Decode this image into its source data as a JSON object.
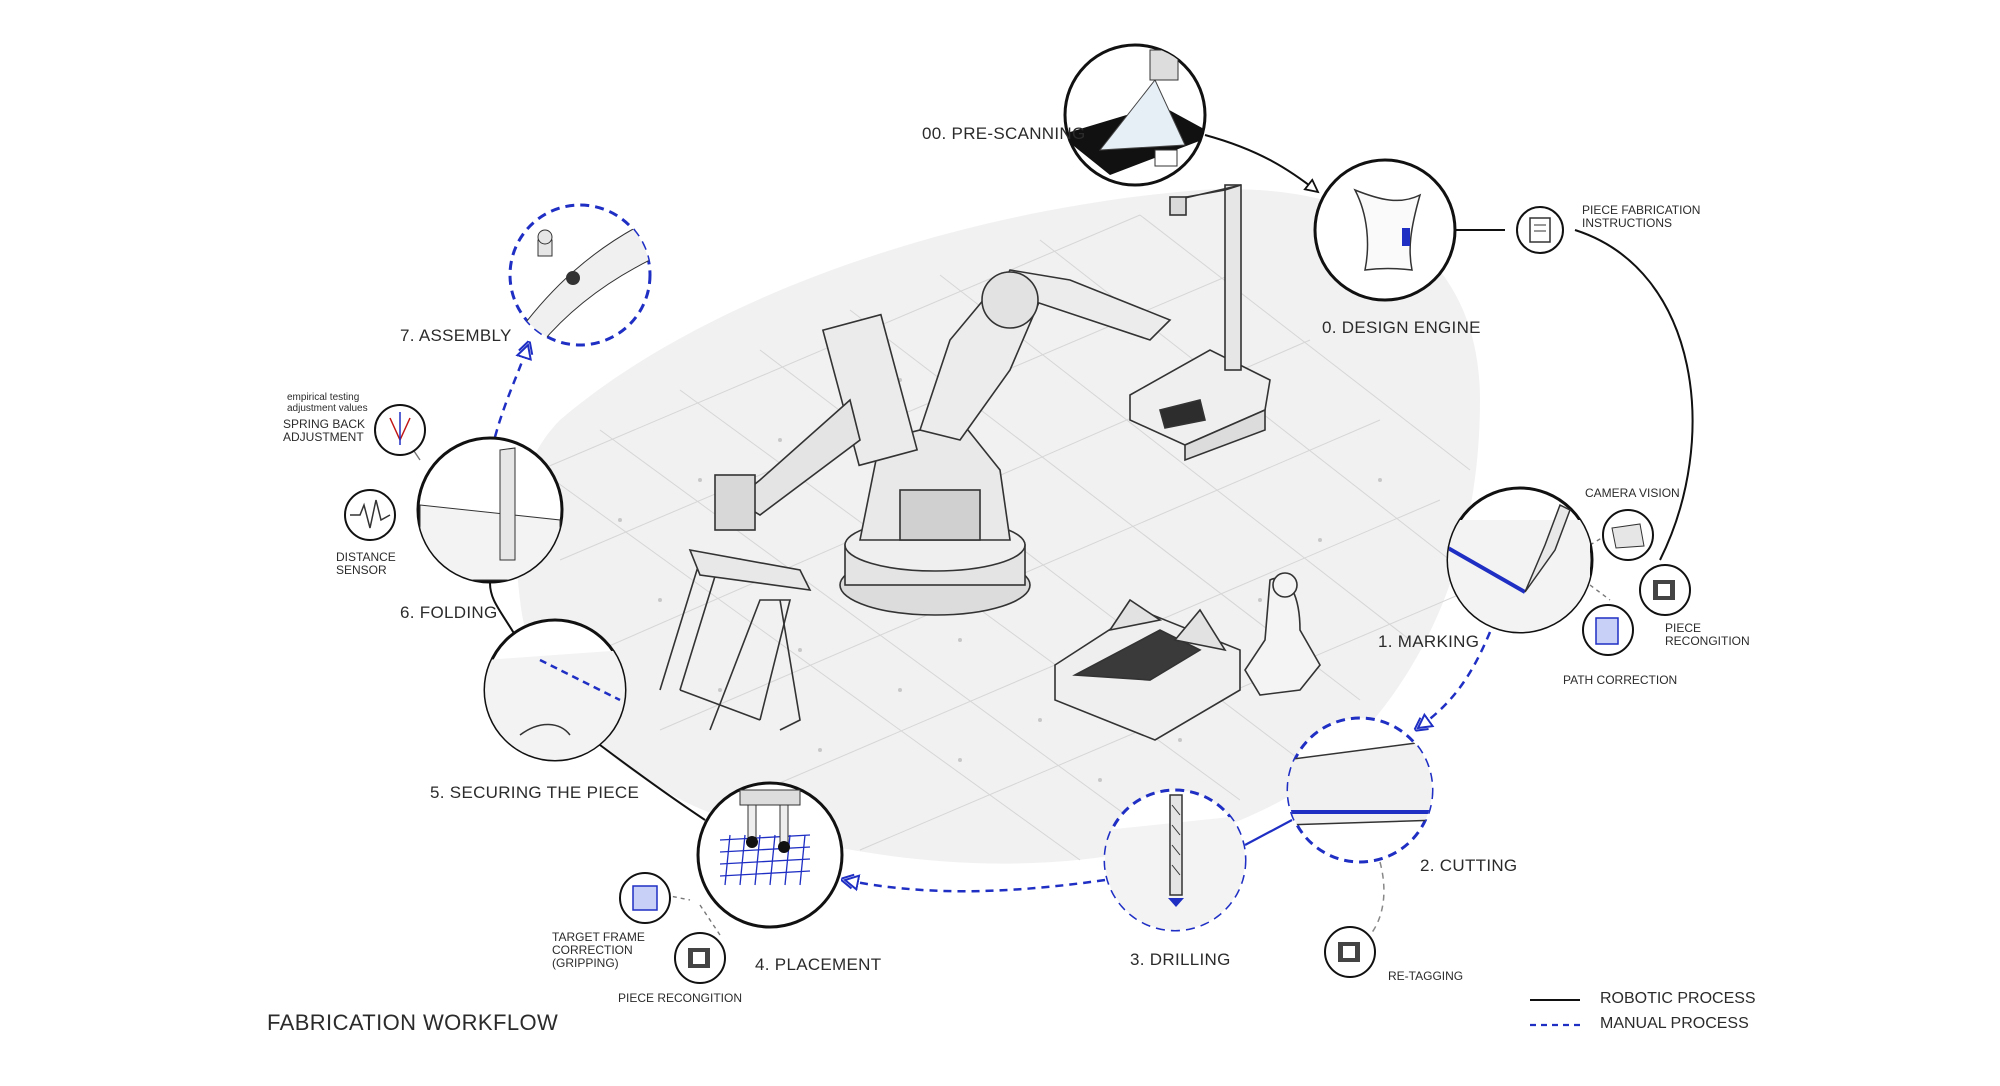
{
  "title": "FABRICATION WORKFLOW",
  "steps": {
    "s00": "00. PRE-SCANNING",
    "s0": "0. DESIGN ENGINE",
    "s1": "1. MARKING",
    "s2": "2. CUTTING",
    "s3": "3. DRILLING",
    "s4": "4. PLACEMENT",
    "s5": "5. SECURING THE PIECE",
    "s6": "6. FOLDING",
    "s7": "7. ASSEMBLY"
  },
  "annotations": {
    "piece_fabrication_instructions": [
      "PIECE FABRICATION",
      "INSTRUCTIONS"
    ],
    "camera_vision": "CAMERA VISION",
    "piece_recognition_right": [
      "PIECE",
      "RECONGITION"
    ],
    "path_correction": "PATH CORRECTION",
    "re_tagging": "RE-TAGGING",
    "target_frame_correction": [
      "TARGET FRAME",
      "CORRECTION",
      "(GRIPPING)"
    ],
    "piece_recognition_bottom": "PIECE RECONGITION",
    "empirical_testing": [
      "empirical testing",
      "adjustment values"
    ],
    "spring_back_adjustment": [
      "SPRING BACK",
      "ADJUSTMENT"
    ],
    "distance_sensor": [
      "DISTANCE",
      "SENSOR"
    ]
  },
  "legend": {
    "robotic": "ROBOTIC PROCESS",
    "manual": "MANUAL PROCESS"
  },
  "colors": {
    "robotic_line": "#111111",
    "manual_line": "#1f2fc4",
    "accent_blue": "#1f2fc4",
    "floor": "#f1f1f1",
    "grid": "#d9d9d9",
    "machine": "#e6e6e6"
  }
}
